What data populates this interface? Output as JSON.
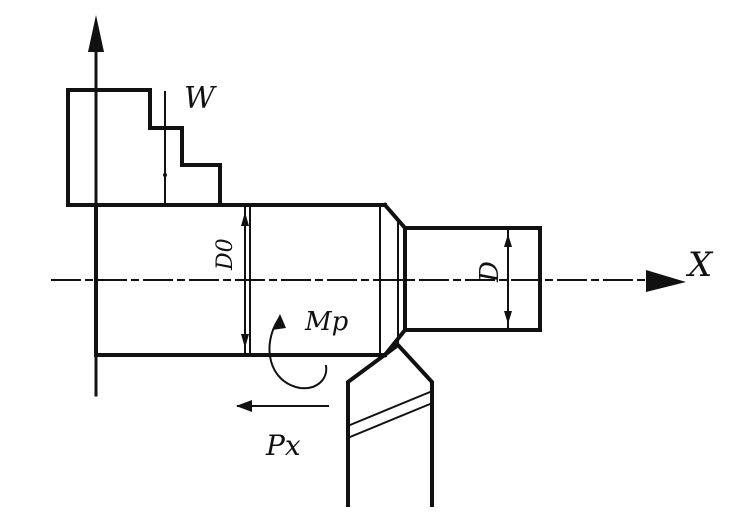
{
  "labels": {
    "w": "W",
    "x": "X",
    "d0": "D0",
    "d": "D",
    "mp": "Mp",
    "px": "Px"
  }
}
